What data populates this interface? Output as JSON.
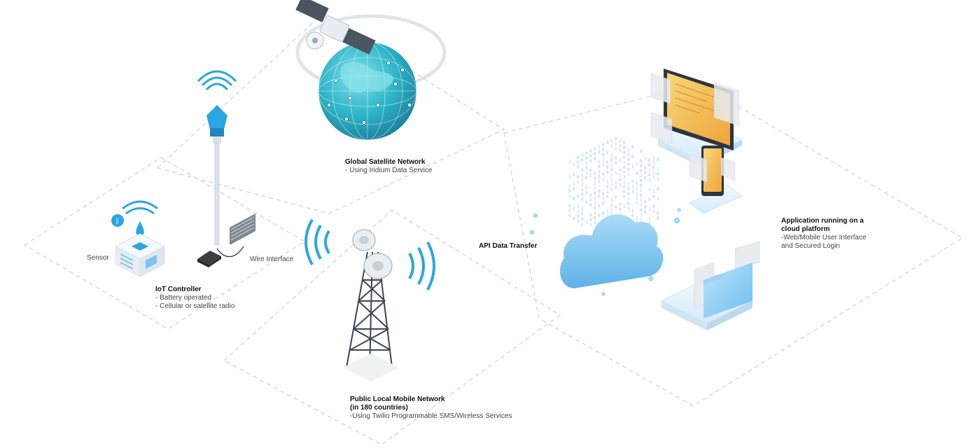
{
  "labels": {
    "satellite_title": "Global Satellite Network",
    "satellite_desc": "- Using Iridium Data Service",
    "sensor": "Sensor",
    "wire_interface": "Wire Interface",
    "iot_title": "IoT Controller",
    "iot_desc1": "- Battery operated",
    "iot_desc2": "- Cellular or satellite radio",
    "api": "API Data Transfer",
    "cloud_title1": "Application running on a",
    "cloud_title2": "cloud platform",
    "cloud_desc1": "-Web/Mobile User Interface",
    "cloud_desc2": "and Secured Login",
    "mobile_title1": "Public Local Mobile Network",
    "mobile_title2": "(in 180 countries)",
    "mobile_desc": "-Using Twilio Programmable SMS/Wireless Services"
  },
  "icons": {
    "satellite": "satellite-icon",
    "globe": "globe-icon",
    "antenna": "antenna-mast-icon",
    "sensor": "sensor-device-icon",
    "wire_interface": "wire-interface-icon",
    "controller": "controller-box-icon",
    "tower": "cell-tower-icon",
    "cloud": "cloud-icon",
    "monitor": "monitor-icon",
    "phone": "phone-icon",
    "folder": "folder-icon"
  },
  "colors": {
    "accent_blue": "#2aa7e0",
    "globe_teal": "#2fb6c9",
    "dashed_line": "#c9c9c9",
    "cloud_blue": "#7fc3ee",
    "screen_orange": "#f4b64a"
  }
}
